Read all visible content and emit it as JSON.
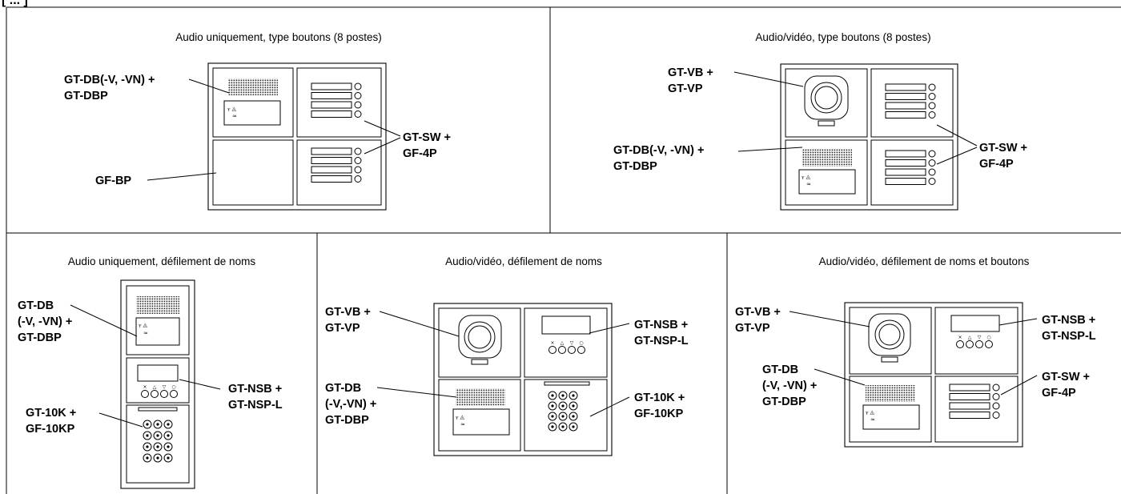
{
  "header_fragment": "[   ...   ]",
  "panels": {
    "audio_buttons": {
      "title": "Audio uniquement, type boutons (8 postes)",
      "label_db_1": "GT-DB(-V, -VN) +",
      "label_db_2": "GT-DBP",
      "label_sw_1": "GT-SW +",
      "label_sw_2": "GF-4P",
      "label_bp": "GF-BP"
    },
    "av_buttons": {
      "title": "Audio/vidéo, type boutons (8 postes)",
      "label_vb_1": "GT-VB +",
      "label_vb_2": "GT-VP",
      "label_db_1": "GT-DB(-V, -VN) +",
      "label_db_2": "GT-DBP",
      "label_sw_1": "GT-SW +",
      "label_sw_2": "GF-4P"
    },
    "audio_scroll": {
      "title": "Audio uniquement, défilement de noms",
      "label_db_1": "GT-DB",
      "label_db_2": "(-V, -VN) +",
      "label_db_3": "GT-DBP",
      "label_nsb_1": "GT-NSB +",
      "label_nsb_2": "GT-NSP-L",
      "label_10k_1": "GT-10K +",
      "label_10k_2": "GF-10KP"
    },
    "av_scroll": {
      "title": "Audio/vidéo, défilement de noms",
      "label_vb_1": "GT-VB +",
      "label_vb_2": "GT-VP",
      "label_db_1": "GT-DB",
      "label_db_2": "(-V,-VN) +",
      "label_db_3": "GT-DBP",
      "label_nsb_1": "GT-NSB +",
      "label_nsb_2": "GT-NSP-L",
      "label_10k_1": "GT-10K +",
      "label_10k_2": "GF-10KP"
    },
    "av_scroll_buttons": {
      "title": "Audio/vidéo, défilement de noms et boutons",
      "label_vb_1": "GT-VB +",
      "label_vb_2": "GT-VP",
      "label_db_1": "GT-DB",
      "label_db_2": "(-V, -VN) +",
      "label_db_3": "GT-DBP",
      "label_nsb_1": "GT-NSB +",
      "label_nsb_2": "GT-NSP-L",
      "label_sw_1": "GT-SW +",
      "label_sw_2": "GF-4P"
    }
  }
}
